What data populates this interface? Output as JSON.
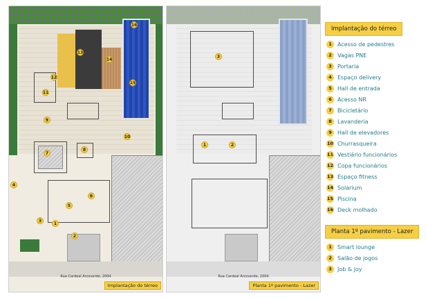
{
  "plans": {
    "ground": {
      "street_label": "Rua Cardeal Arcoverde, 2004",
      "caption": "Implantação do térreo",
      "markers": [
        "1",
        "2",
        "3",
        "4",
        "5",
        "6",
        "7",
        "8",
        "9",
        "10",
        "11",
        "12",
        "13",
        "14",
        "15",
        "16"
      ]
    },
    "first_floor": {
      "street_label": "Rua Cardeal Arcoverde, 2004",
      "caption": "Planta 1º pavimento - Lazer",
      "markers": [
        "1",
        "2",
        "3"
      ]
    }
  },
  "legend_ground": {
    "title": "Implantação do térreo",
    "items": [
      {
        "num": "1",
        "label": "Acesso de pedestres"
      },
      {
        "num": "2",
        "label": "Vagas PNE"
      },
      {
        "num": "3",
        "label": "Portaria"
      },
      {
        "num": "4",
        "label": "Espaço delivery"
      },
      {
        "num": "5",
        "label": "Hall de entrada"
      },
      {
        "num": "6",
        "label": "Acesso NR"
      },
      {
        "num": "7",
        "label": "Bicicletário"
      },
      {
        "num": "8",
        "label": "Lavanderia"
      },
      {
        "num": "9",
        "label": "Hall de elevadores"
      },
      {
        "num": "10",
        "label": "Churrasqueira"
      },
      {
        "num": "11",
        "label": "Vestiário funcionários"
      },
      {
        "num": "12",
        "label": "Copa funcionários"
      },
      {
        "num": "13",
        "label": "Espaço fitness"
      },
      {
        "num": "14",
        "label": "Solarium"
      },
      {
        "num": "15",
        "label": "Piscina"
      },
      {
        "num": "16",
        "label": "Deck molhado"
      }
    ]
  },
  "legend_first": {
    "title": "Planta 1º pavimento - Lazer",
    "items": [
      {
        "num": "1",
        "label": "Smart lounge"
      },
      {
        "num": "2",
        "label": "Salão de jogos"
      },
      {
        "num": "3",
        "label": "Job & joy"
      }
    ]
  },
  "colors": {
    "accent_yellow": "#f6cf45",
    "legend_text": "#1f7a8c",
    "pool_blue": "#2244a8"
  }
}
